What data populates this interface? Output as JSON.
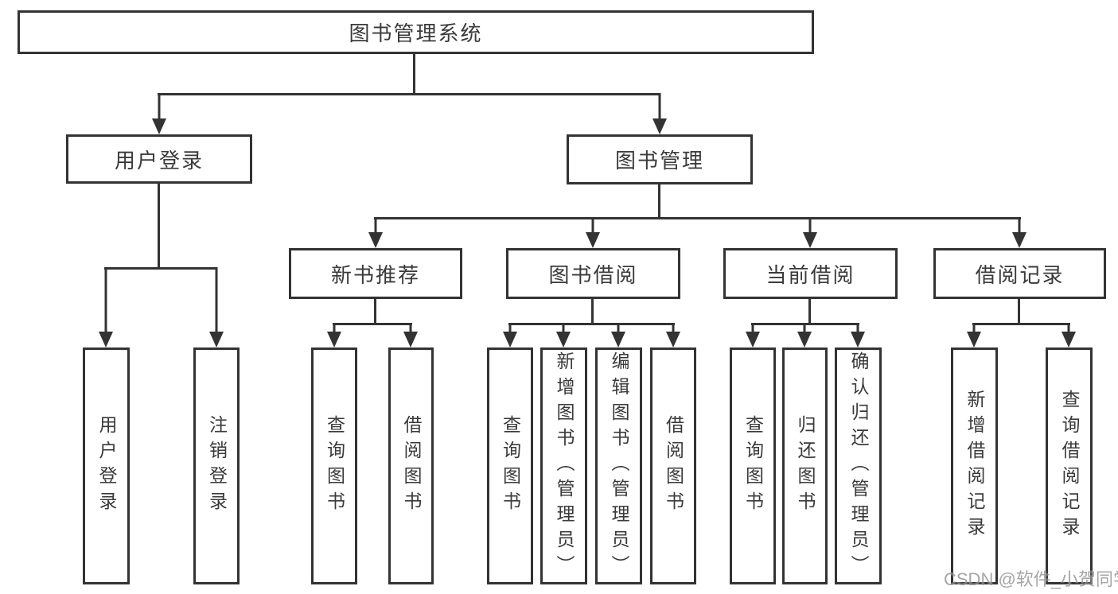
{
  "diagram": {
    "root": {
      "label": "图书管理系统"
    },
    "level1": [
      {
        "label": "用户登录"
      },
      {
        "label": "图书管理"
      }
    ],
    "level2": [
      {
        "label": "新书推荐"
      },
      {
        "label": "图书借阅"
      },
      {
        "label": "当前借阅"
      },
      {
        "label": "借阅记录"
      }
    ],
    "leaves": [
      {
        "label": "用户登录"
      },
      {
        "label": "注销登录"
      },
      {
        "label": "查询图书"
      },
      {
        "label": "借阅图书"
      },
      {
        "label": "查询图书"
      },
      {
        "label": "新增图书（管理员）"
      },
      {
        "label": "编辑图书（管理员）"
      },
      {
        "label": "借阅图书"
      },
      {
        "label": "查询图书"
      },
      {
        "label": "归还图书"
      },
      {
        "label": "确认归还（管理员）"
      },
      {
        "label": "新增借阅记录"
      },
      {
        "label": "查询借阅记录"
      }
    ]
  },
  "watermark": {
    "text": "CSDN @软件_小贺同学"
  },
  "colors": {
    "line": "#333333",
    "text": "#3a3a3a",
    "background": "#ffffff",
    "watermark": "#8f8f8f"
  }
}
